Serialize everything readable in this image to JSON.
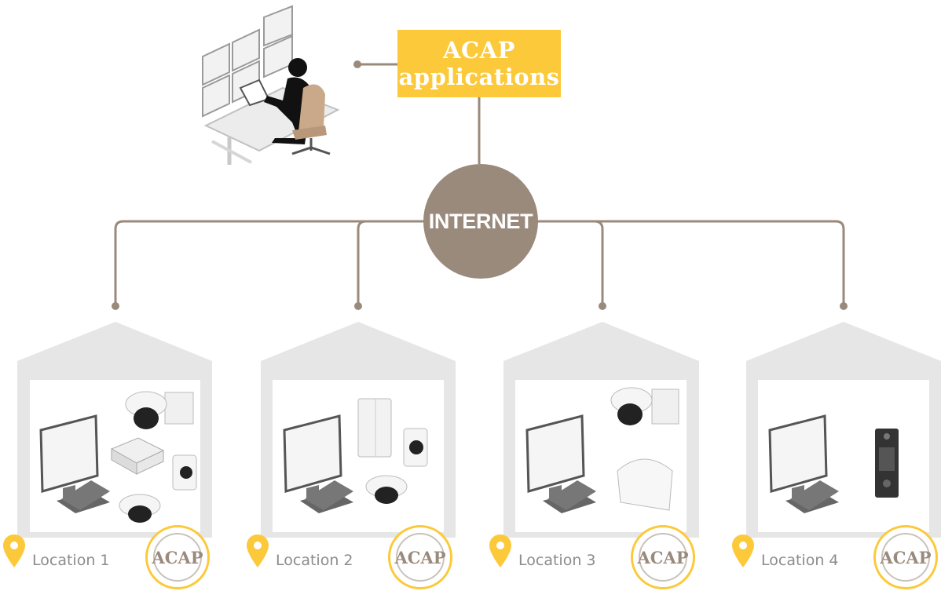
{
  "applications": {
    "line1": "ACAP",
    "line2": "applications"
  },
  "internet_label": "INTERNET",
  "locations": [
    {
      "label": "Location 1",
      "badge": "ACAP"
    },
    {
      "label": "Location 2",
      "badge": "ACAP"
    },
    {
      "label": "Location 3",
      "badge": "ACAP"
    },
    {
      "label": "Location 4",
      "badge": "ACAP"
    }
  ],
  "colors": {
    "accent_yellow": "#fcc93a",
    "connector_brown": "#9a8a7c",
    "house_gray": "#e6e6e6",
    "label_gray": "#8c8c8c"
  }
}
